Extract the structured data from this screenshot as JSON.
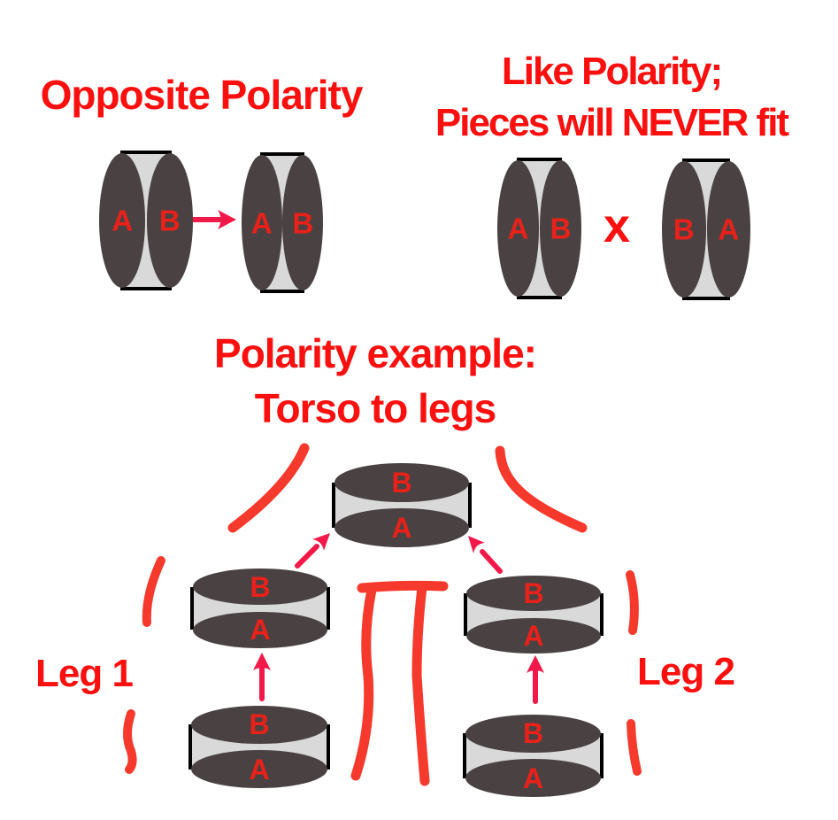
{
  "colors": {
    "title_red": "#fb0f0f",
    "label_red": "#e8211a",
    "arrow_red": "#f2194a",
    "stroke_red": "#f53a2d",
    "piece_dark": "#4a4242",
    "piece_light": "#d9d9d9",
    "piece_edge": "#000000"
  },
  "opposite_section": {
    "title": "Opposite Polarity",
    "left_piece": {
      "left_label": "A",
      "right_label": "B"
    },
    "right_piece": {
      "left_label": "A",
      "right_label": "B"
    }
  },
  "like_section": {
    "title_line1": "Like Polarity;",
    "title_line2": "Pieces will NEVER fit",
    "left_piece": {
      "left_label": "A",
      "right_label": "B"
    },
    "no_fit_symbol": "x",
    "right_piece": {
      "left_label": "B",
      "right_label": "A"
    }
  },
  "example_section": {
    "title_line1": "Polarity example:",
    "title_line2": "Torso to legs",
    "torso_piece": {
      "top_label": "B",
      "bottom_label": "A"
    },
    "leg1": {
      "label": "Leg 1",
      "upper_piece": {
        "top_label": "B",
        "bottom_label": "A"
      },
      "lower_piece": {
        "top_label": "B",
        "bottom_label": "A"
      }
    },
    "leg2": {
      "label": "Leg 2",
      "upper_piece": {
        "top_label": "B",
        "bottom_label": "A"
      },
      "lower_piece": {
        "top_label": "B",
        "bottom_label": "A"
      }
    }
  }
}
